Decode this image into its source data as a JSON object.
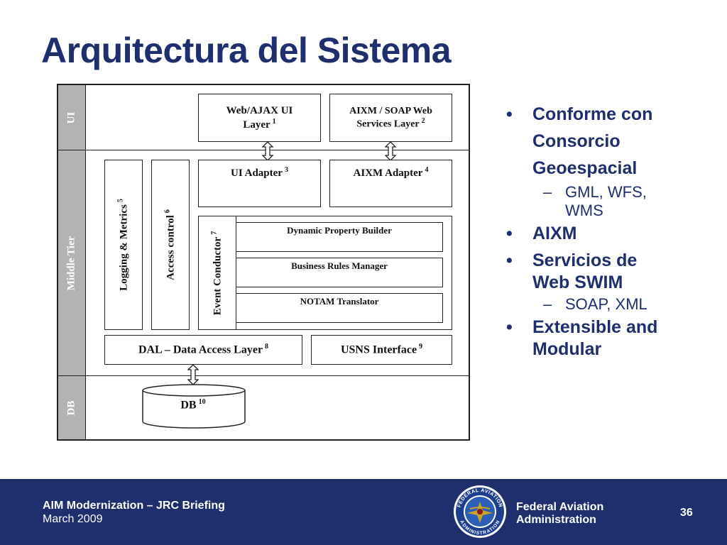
{
  "slide": {
    "title": "Arquitectura del Sistema"
  },
  "diagram": {
    "tiers": {
      "ui": "UI",
      "middle": "Middle Tier",
      "db": "DB"
    },
    "boxes": {
      "web_ajax_line1": "Web/AJAX UI",
      "web_ajax_line2": "Layer",
      "web_ajax_num": "1",
      "aixm_soap_line1": "AIXM / SOAP Web",
      "aixm_soap_line2": "Services Layer",
      "aixm_soap_num": "2",
      "ui_adapter": "UI Adapter",
      "ui_adapter_num": "3",
      "aixm_adapter": "AIXM Adapter",
      "aixm_adapter_num": "4",
      "logging": "Logging & Metrics",
      "logging_num": "5",
      "access_control": "Access control",
      "access_control_num": "6",
      "event_conductor": "Event Conductor",
      "event_conductor_num": "7",
      "dynamic_property_builder": "Dynamic Property Builder",
      "business_rules_manager": "Business Rules Manager",
      "notam_translator": "NOTAM Translator",
      "dal": "DAL – Data Access Layer",
      "dal_num": "8",
      "usns": "USNS Interface",
      "usns_num": "9",
      "db": "DB",
      "db_num": "10"
    }
  },
  "bullets": {
    "b1_line1": "Conforme con",
    "b1_line2": "Consorcio",
    "b1_line3": "Geoespacial",
    "b1_sub_line1": "GML, WFS,",
    "b1_sub_line2": "WMS",
    "b2": "AIXM",
    "b3_line1": "Servicios de",
    "b3_line2": "Web SWIM",
    "b3_sub": "SOAP, XML",
    "b4_line1": "Extensible and",
    "b4_line2": "Modular",
    "bullet_glyph": "•",
    "dash_glyph": "–"
  },
  "footer": {
    "briefing_title": "AIM Modernization – JRC Briefing",
    "date": "March 2009",
    "agency_line1": "Federal Aviation",
    "agency_line2": "Administration",
    "page_number": "36",
    "seal_text_top": "FEDERAL AVIATION",
    "seal_text_bottom": "ADMINISTRATION",
    "seal_icon": "faa-seal-icon",
    "colors": {
      "brand_navy": "#1f2f6e",
      "seal_gold": "#c9a227",
      "seal_blue": "#1e3f8f"
    }
  }
}
